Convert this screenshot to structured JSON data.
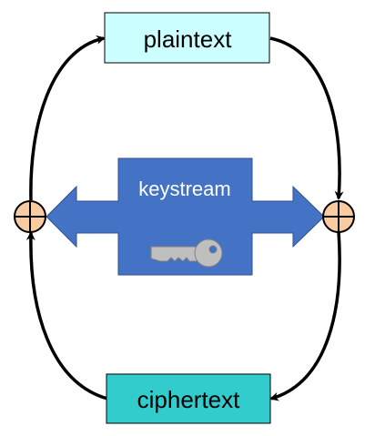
{
  "diagram": {
    "plaintext_label": "plaintext",
    "ciphertext_label": "ciphertext",
    "keystream_label": "keystream",
    "left_operator": "xor-icon",
    "right_operator": "xor-icon",
    "key_icon": "key-icon",
    "colors": {
      "plaintext_fill": "#ccffff",
      "ciphertext_fill": "#33cccc",
      "keystream_fill": "#4472c4",
      "xor_fill": "#f8cba0",
      "key_fill": "#bfbfbf",
      "stroke": "#000000"
    }
  }
}
